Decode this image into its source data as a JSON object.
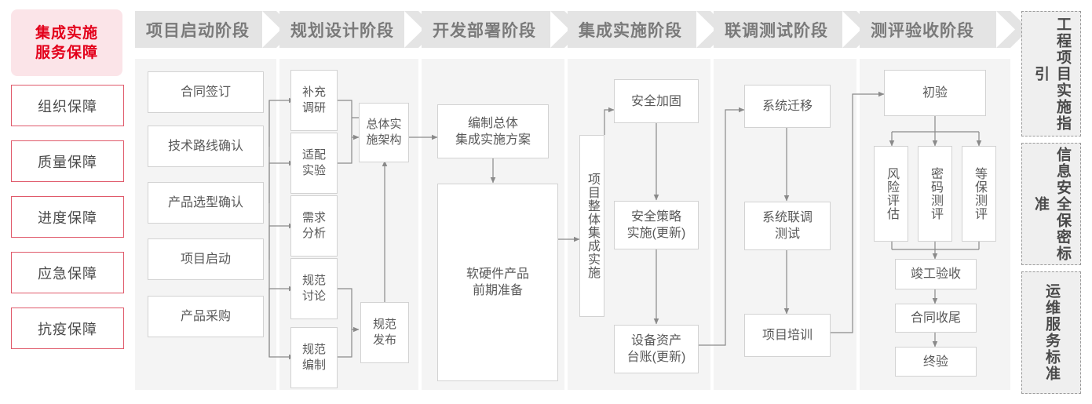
{
  "sidebar": {
    "header": "集成实施\n服务保障",
    "header_line1": "集成实施",
    "header_line2": "服务保障",
    "items": [
      {
        "label": "组织保障"
      },
      {
        "label": "质量保障"
      },
      {
        "label": "进度保障"
      },
      {
        "label": "应急保障"
      },
      {
        "label": "抗疫保障"
      }
    ],
    "accent_color": "#e3001b",
    "item_border_color": "#e05a6b",
    "header_bg": "#fbe4e8"
  },
  "stages": [
    {
      "title": "项目启动阶段",
      "nodes": [
        {
          "label": "合同签订"
        },
        {
          "label": "技术路线确认"
        },
        {
          "label": "产品选型确认"
        },
        {
          "label": "项目启动"
        },
        {
          "label": "产品采购"
        }
      ]
    },
    {
      "title": "规划设计阶段",
      "nodes": [
        {
          "label": "补充\n调研",
          "l1": "补充",
          "l2": "调研"
        },
        {
          "label": "适配\n实验",
          "l1": "适配",
          "l2": "实验"
        },
        {
          "label": "需求\n分析",
          "l1": "需求",
          "l2": "分析"
        },
        {
          "label": "规范\n讨论",
          "l1": "规范",
          "l2": "讨论"
        },
        {
          "label": "规范\n编制",
          "l1": "规范",
          "l2": "编制"
        },
        {
          "label": "总体实\n施架构",
          "l1": "总体实",
          "l2": "施架构"
        },
        {
          "label": "规范\n发布",
          "l1": "规范",
          "l2": "发布"
        }
      ]
    },
    {
      "title": "开发部署阶段",
      "nodes": [
        {
          "label": "编制总体\n集成实施方案",
          "l1": "编制总体",
          "l2": "集成实施方案"
        },
        {
          "label": "软硬件产品\n前期准备",
          "l1": "软硬件产品",
          "l2": "前期准备"
        }
      ]
    },
    {
      "title": "集成实施阶段",
      "nodes": [
        {
          "label": "项目整体集成实施"
        },
        {
          "label": "安全加固"
        },
        {
          "label": "安全策略\n实施(更新)",
          "l1": "安全策略",
          "l2": "实施(更新)"
        },
        {
          "label": "设备资产\n台账(更新)",
          "l1": "设备资产",
          "l2": "台账(更新)"
        }
      ]
    },
    {
      "title": "联调测试阶段",
      "nodes": [
        {
          "label": "系统迁移"
        },
        {
          "label": "系统联调\n测试",
          "l1": "系统联调",
          "l2": "测试"
        },
        {
          "label": "项目培训"
        }
      ]
    },
    {
      "title": "测评验收阶段",
      "nodes": [
        {
          "label": "初验"
        },
        {
          "label": "风险评估"
        },
        {
          "label": "密码测评"
        },
        {
          "label": "等保测评"
        },
        {
          "label": "竣工验收"
        },
        {
          "label": "合同收尾"
        },
        {
          "label": "终验"
        }
      ]
    }
  ],
  "standards": [
    {
      "label": "工程项目实施指引"
    },
    {
      "label": "信息安全保密标准"
    },
    {
      "label": "运维服务标准"
    }
  ]
}
